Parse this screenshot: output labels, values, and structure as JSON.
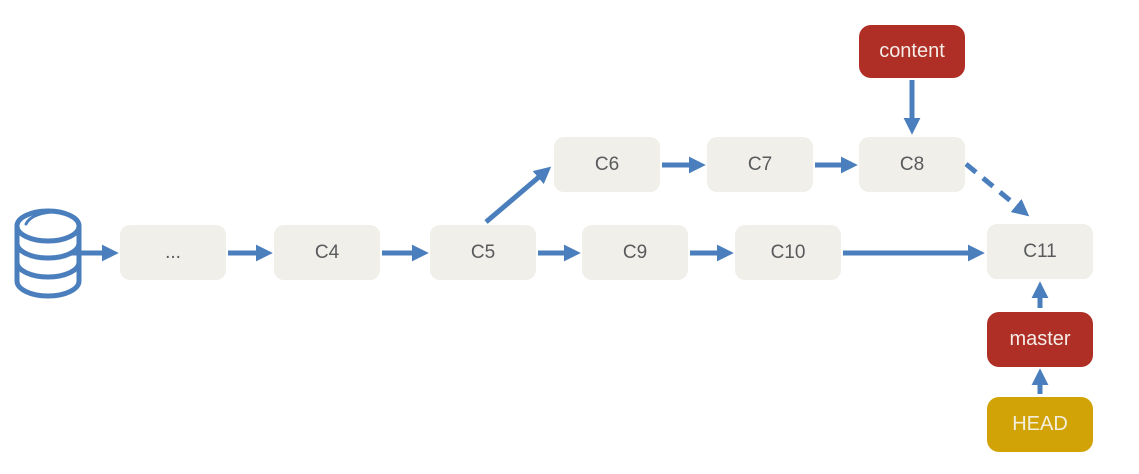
{
  "diagram": {
    "commits": {
      "ellipsis": "...",
      "c4": "C4",
      "c5": "C5",
      "c6": "C6",
      "c7": "C7",
      "c8": "C8",
      "c9": "C9",
      "c10": "C10",
      "c11": "C11"
    },
    "refs": {
      "content": "content",
      "master": "master",
      "head": "HEAD"
    },
    "icons": {
      "database": "database-icon"
    },
    "colors": {
      "background": "#ffffff",
      "arrow": "#4a7ebc",
      "commit_bg": "#f0efea",
      "commit_text": "#595a5c",
      "ref_bg": "#af2e26",
      "ref_text": "#f4ece7",
      "head_bg": "#d2a306",
      "head_text": "#f3eedc"
    }
  }
}
